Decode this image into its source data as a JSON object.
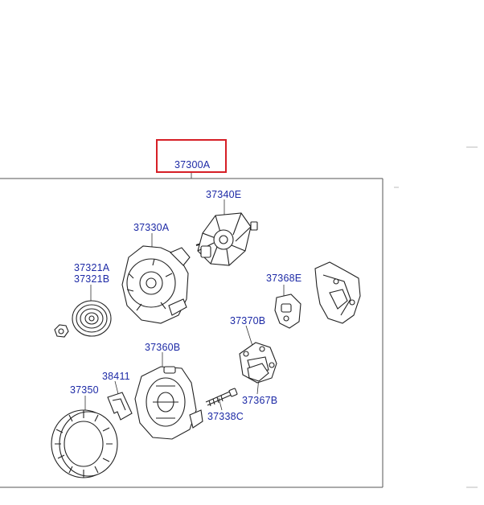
{
  "diagram": {
    "highlight_color": "#d61f26",
    "label_color": "#1d2aa6",
    "line_color": "#333333",
    "assembly_label": "37300A",
    "parts": [
      {
        "id": "37340E",
        "name": "rotor-icon"
      },
      {
        "id": "37330A",
        "name": "front-bracket-icon"
      },
      {
        "id": "37321A",
        "name": "pulley-icon"
      },
      {
        "id": "37321B",
        "name": "pulley-icon"
      },
      {
        "id": "37368E",
        "name": "brush-holder-icon"
      },
      {
        "id": "37370B",
        "name": "rectifier-icon"
      },
      {
        "id": "37360B",
        "name": "rear-bracket-icon"
      },
      {
        "id": "38411",
        "name": "bracket-clip-icon"
      },
      {
        "id": "37350",
        "name": "stator-icon"
      },
      {
        "id": "37338C",
        "name": "through-bolt-icon"
      },
      {
        "id": "37367B",
        "name": "regulator-icon"
      },
      {
        "id": "",
        "name": "rear-cover-icon"
      }
    ]
  }
}
